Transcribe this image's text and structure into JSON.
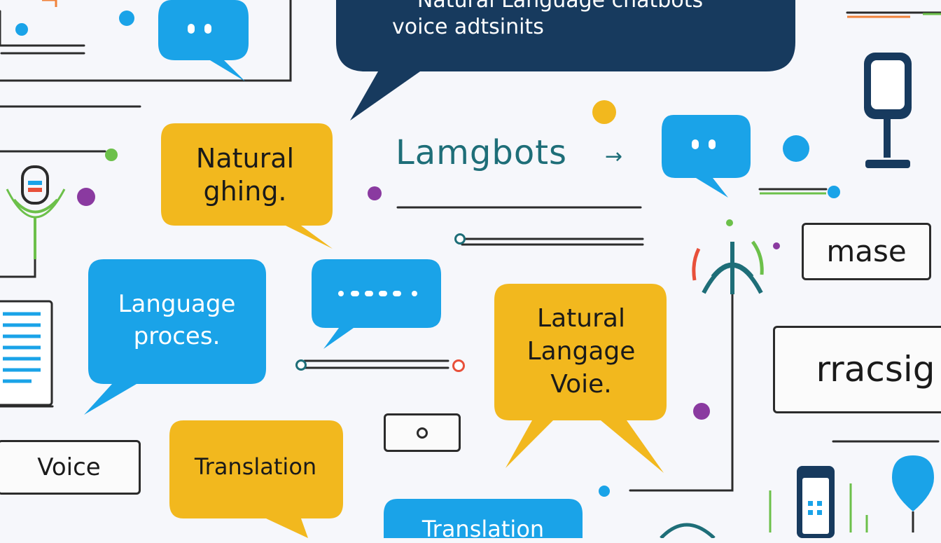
{
  "labels": {
    "top_title_line1": "Natural Language chatbots",
    "top_title_line2": "voice adtsinits",
    "brand": "Lamgbots",
    "bubble_natural": "Natural ghing.",
    "bubble_language": "Language proces.",
    "bubble_latural": "Latural Langage Voie.",
    "tag_voice": "Voice",
    "bubble_translation": "Translation",
    "bubble_translation_bottom": "Translation",
    "box_mase": "mase",
    "box_racsig": "rracsig"
  },
  "colors": {
    "blue": "#1aa3e8",
    "yellow": "#f2b81e",
    "navy": "#173a5e",
    "teal": "#1e6e78",
    "green": "#6cc04a",
    "purple": "#8a3aa0",
    "orange": "#f0823a",
    "red": "#e8503a",
    "ink": "#2b2b2b"
  },
  "icons": [
    "microphone-icon",
    "smart-speaker-icon",
    "wifi-antenna-icon",
    "arrow-right-icon",
    "phone-icon",
    "location-pin-icon",
    "document-icon"
  ]
}
